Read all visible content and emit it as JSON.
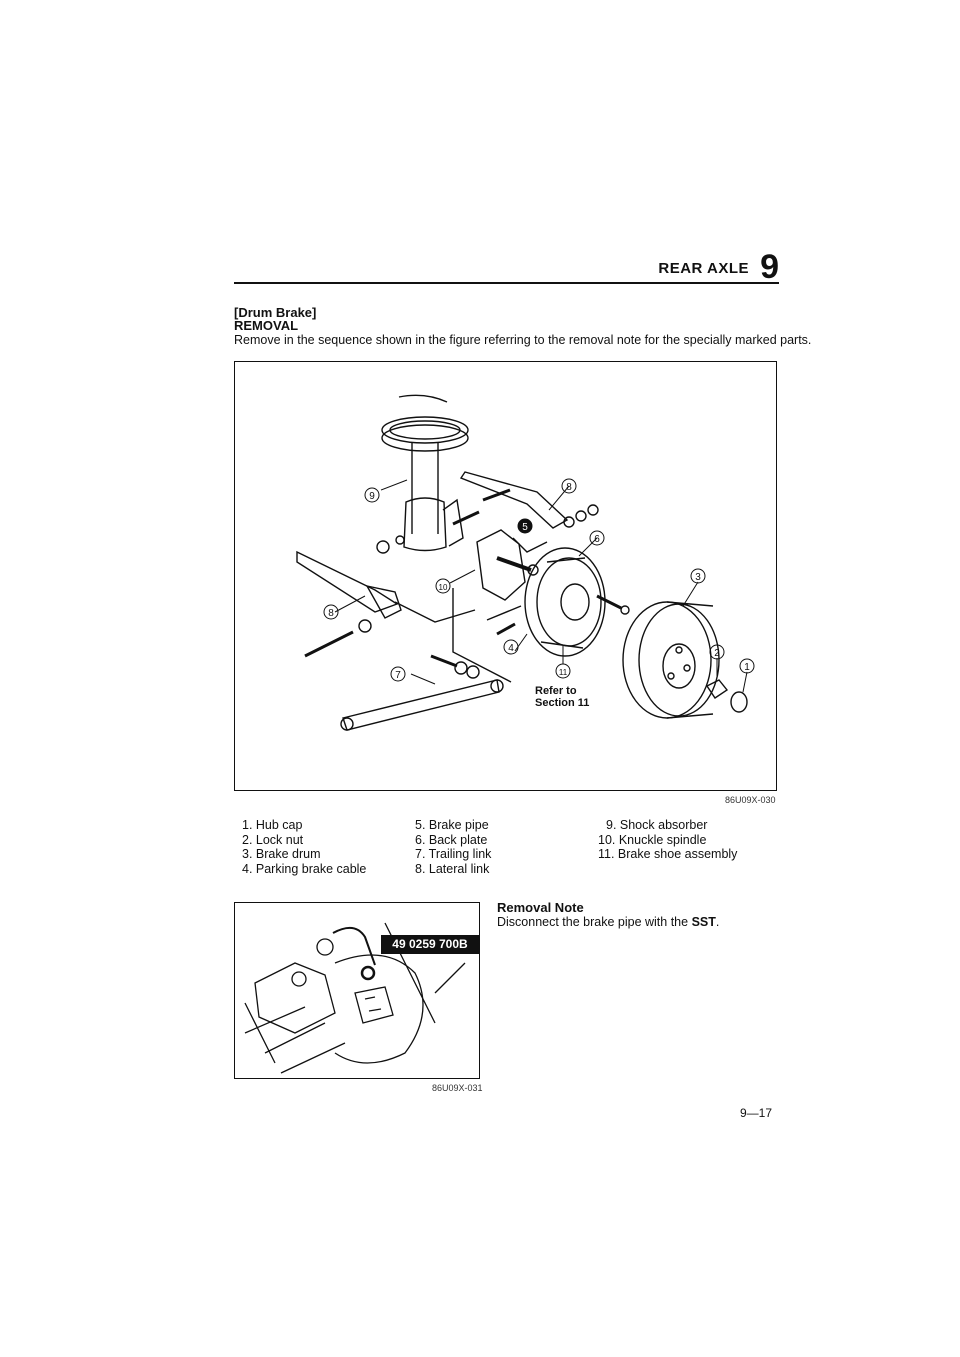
{
  "header": {
    "title": "REAR AXLE",
    "chapter": "9"
  },
  "section": {
    "name": "[Drum Brake]",
    "heading": "REMOVAL"
  },
  "intro": "Remove in the sequence shown in the figure referring to the removal note for the specially marked parts.",
  "figure1": {
    "code": "86U09X-030",
    "callouts": [
      "1",
      "2",
      "3",
      "4",
      "5",
      "6",
      "7",
      "8",
      "9",
      "10",
      "11"
    ],
    "refer_line1": "Refer to",
    "refer_line2": "Section 11"
  },
  "legend": {
    "col1": [
      "1. Hub cap",
      "2. Lock nut",
      "3. Brake drum",
      "4. Parking brake cable"
    ],
    "col2": [
      "5. Brake pipe",
      "6. Back plate",
      "7. Trailing link",
      "8. Lateral link"
    ],
    "col3": [
      "9. Shock absorber",
      "10. Knuckle spindle",
      "11. Brake shoe assembly"
    ]
  },
  "figure2": {
    "code": "86U09X-031",
    "sst_number": "49 0259 700B"
  },
  "removal_note": {
    "title": "Removal Note",
    "text_before": "Disconnect the brake pipe with the ",
    "text_bold": "SST",
    "text_after": "."
  },
  "page_number": "9—17"
}
